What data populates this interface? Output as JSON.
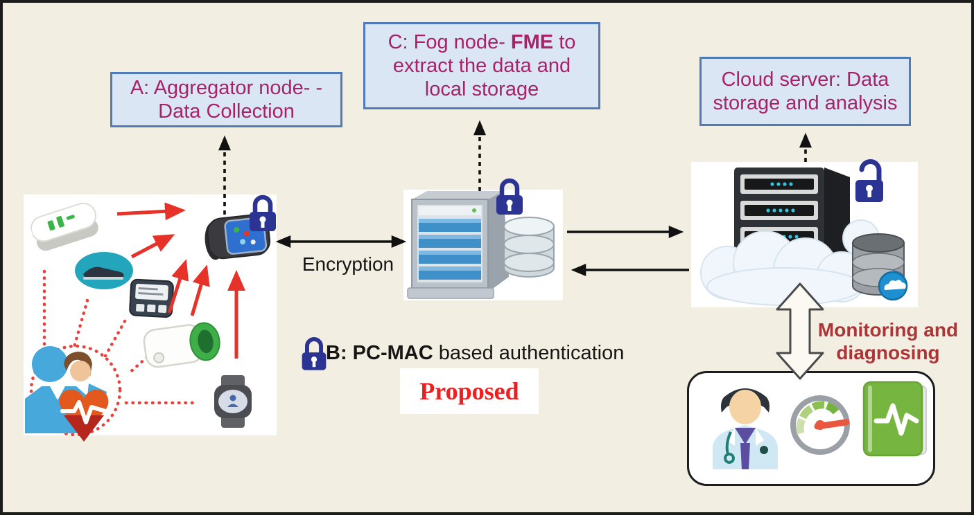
{
  "boxes": {
    "a": {
      "line1": "A: Aggregator node- -",
      "line2": "Data Collection"
    },
    "c": {
      "l1_pre": "C: Fog node- ",
      "l1_bold": "FME",
      "l1_post": " to",
      "l2": "extract the data and",
      "l3": "local storage"
    },
    "cloud": {
      "line1": "Cloud server: Data",
      "line2": "storage and analysis"
    }
  },
  "labels": {
    "encryption": "Encryption",
    "auth_bold": "B: PC-MAC",
    "auth_rest": " based authentication",
    "proposed": "Proposed",
    "monitoring1": "Monitoring and",
    "monitoring2": "diagnosing"
  },
  "icons": {
    "padlock_closed": "🔒",
    "padlock_open": "🔓",
    "cloud_badge": "☁",
    "heartbeat": "♥"
  },
  "colors": {
    "background": "#f2eee1",
    "frame": "#1c1c1c",
    "box_fill": "#dbe6f5",
    "box_border": "#4f7cb8",
    "box_text": "#a62369",
    "lock_blue": "#2b3492",
    "red_arrow": "#e63228",
    "dotted_red": "#e8413c",
    "proposed_red": "#ef1f1f",
    "monitoring_red": "#ac3537",
    "black": "#151515"
  }
}
